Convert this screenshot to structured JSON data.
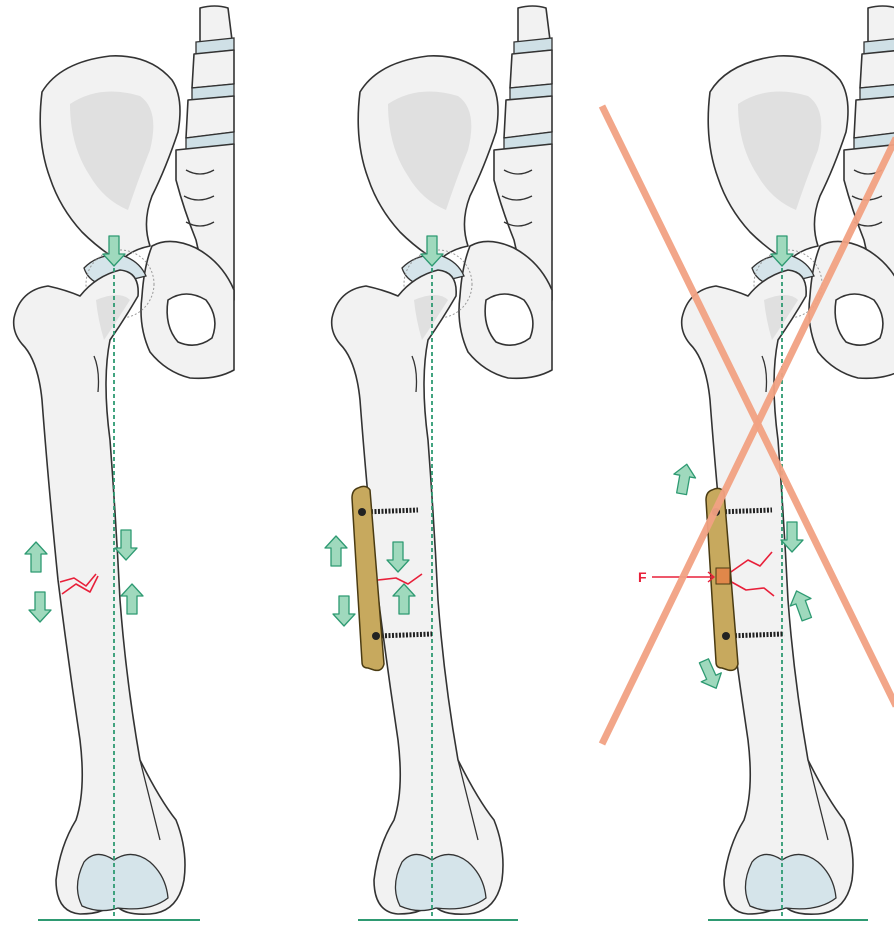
{
  "figure": {
    "panels": [
      {
        "id": "intact-femur-fracture",
        "has_plate": false,
        "crossed_out": false
      },
      {
        "id": "plated-femur-compression",
        "has_plate": true,
        "crossed_out": false
      },
      {
        "id": "plated-femur-failure",
        "has_plate": true,
        "crossed_out": true
      }
    ],
    "labels": {
      "failure_point": "F"
    },
    "colors": {
      "bone": "#f2f2f2",
      "outline": "#333333",
      "cartilage": "#d5e4ea",
      "load_axis": "#2e9a72",
      "force_arrow_fill": "#9fd9bd",
      "fracture": "#e8203a",
      "plate": "#c7a95e",
      "cross_out": "#f2a283"
    }
  }
}
